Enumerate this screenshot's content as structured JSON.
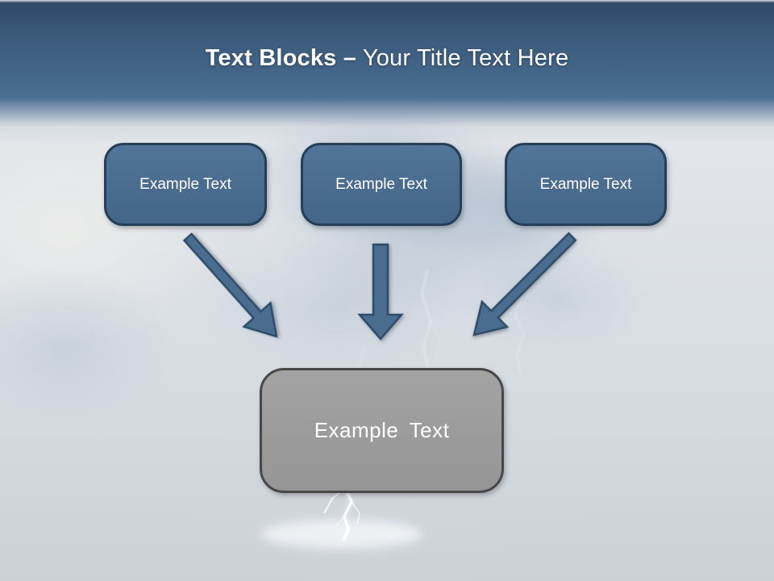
{
  "title": {
    "bold_part": "Text Blocks –",
    "regular_part": "Your Title Text Here"
  },
  "blocks": {
    "top": [
      {
        "label": "Example Text"
      },
      {
        "label": "Example Text"
      },
      {
        "label": "Example Text"
      }
    ],
    "bottom": {
      "label": "Example Text"
    }
  },
  "arrows": [
    {
      "name": "arrow-down-right",
      "direction": "down-right"
    },
    {
      "name": "arrow-down",
      "direction": "down"
    },
    {
      "name": "arrow-down-left",
      "direction": "down-left"
    }
  ],
  "background": {
    "motif": "storm-clouds-lightning-washed-out"
  },
  "colors": {
    "header_top": "#2e4a68",
    "header_mid": "#46688c",
    "box_fill": "#4b6d90",
    "box_border": "#253f58",
    "arrow_fill": "#4a6c8f",
    "arrow_stroke": "#2e4d6b",
    "gray_fill": "#9c9c9c",
    "gray_border": "#474747",
    "text_on_dark": "#ffffff"
  }
}
